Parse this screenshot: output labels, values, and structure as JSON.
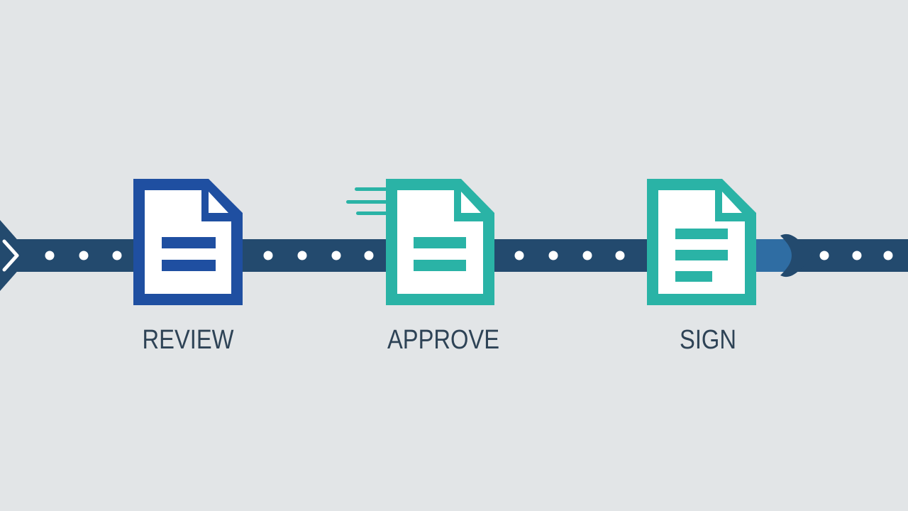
{
  "diagram": {
    "type": "process-flow",
    "colors": {
      "background": "#e2e5e7",
      "track": "#234a6e",
      "track_highlight": "#2f6da3",
      "dots": "#ffffff",
      "step_review": "#1f4fa1",
      "step_approve": "#2ab3a6",
      "step_sign": "#2ab3a6",
      "label_text": "#2e4356"
    },
    "steps": [
      {
        "label": "REVIEW",
        "icon": "document-icon",
        "color": "#1f4fa1"
      },
      {
        "label": "APPROVE",
        "icon": "document-icon",
        "color": "#2ab3a6",
        "motion_lines": true
      },
      {
        "label": "SIGN",
        "icon": "document-icon",
        "color": "#2ab3a6"
      }
    ],
    "connectors": [
      {
        "from": "start",
        "to": "REVIEW",
        "style": "dotted-track",
        "start_marker": "chevron-right-icon"
      },
      {
        "from": "REVIEW",
        "to": "APPROVE",
        "style": "dotted-track"
      },
      {
        "from": "APPROVE",
        "to": "SIGN",
        "style": "dotted-track"
      },
      {
        "from": "SIGN",
        "to": "end",
        "style": "dotted-track",
        "marker": "arrow-right-icon"
      }
    ]
  }
}
